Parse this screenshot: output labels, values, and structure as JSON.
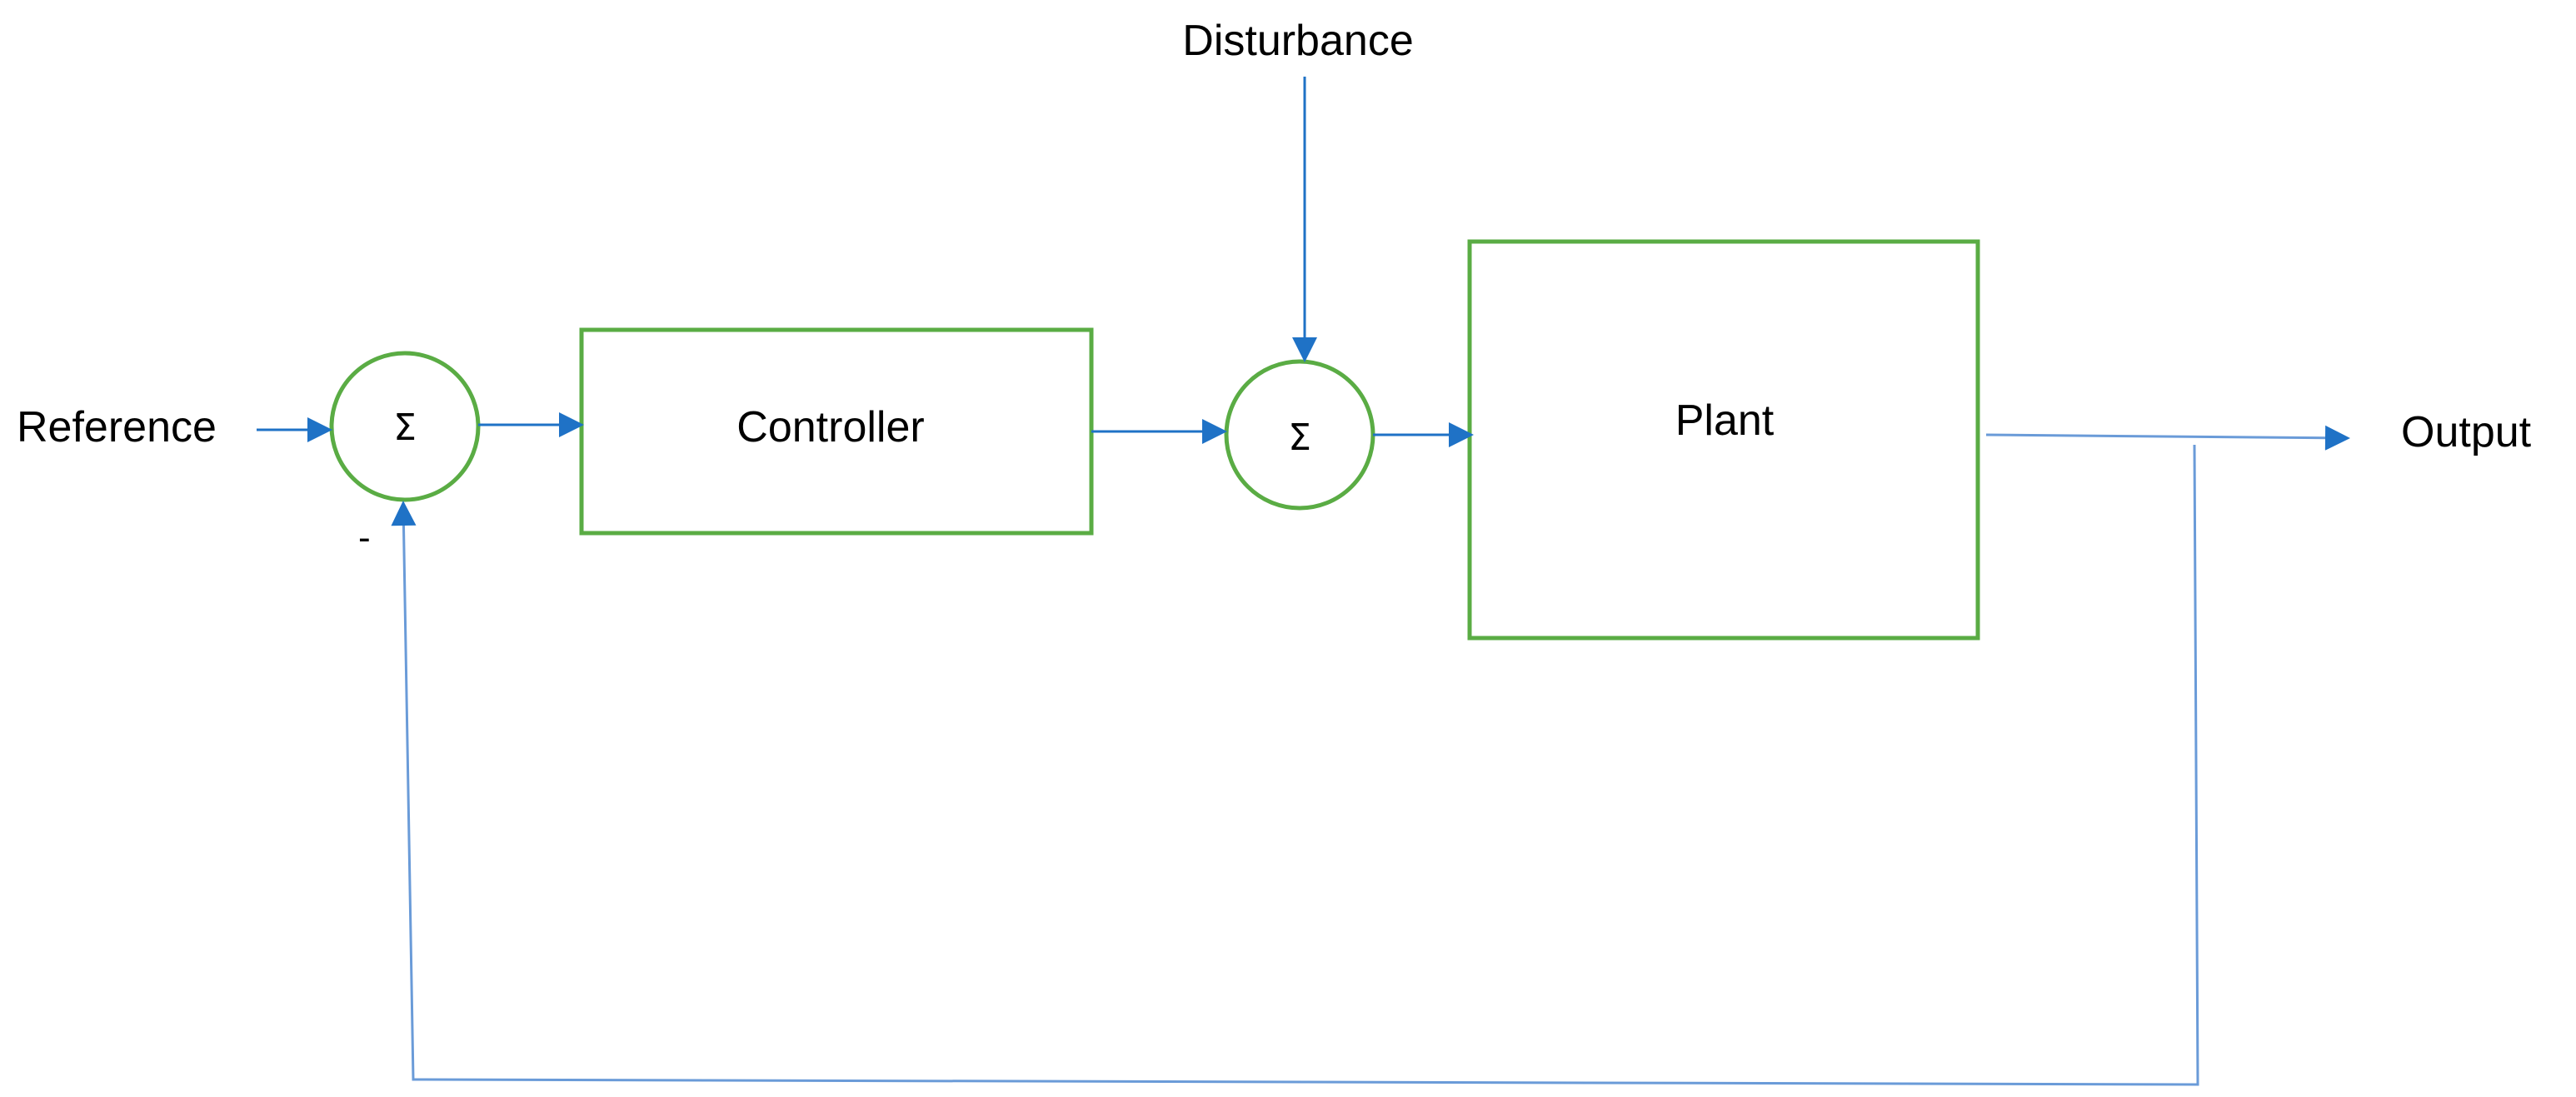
{
  "labels": {
    "reference": "Reference",
    "disturbance": "Disturbance",
    "output": "Output",
    "feedback_sign": "-"
  },
  "blocks": {
    "controller": "Controller",
    "plant": "Plant"
  },
  "summing_junctions": {
    "error_symbol": "Σ",
    "disturbance_symbol": "Σ"
  },
  "colors": {
    "block_stroke": "#5aac44",
    "signal_line": "#1f72c6",
    "feedback_line": "#6a9bd8",
    "text": "#000000"
  }
}
